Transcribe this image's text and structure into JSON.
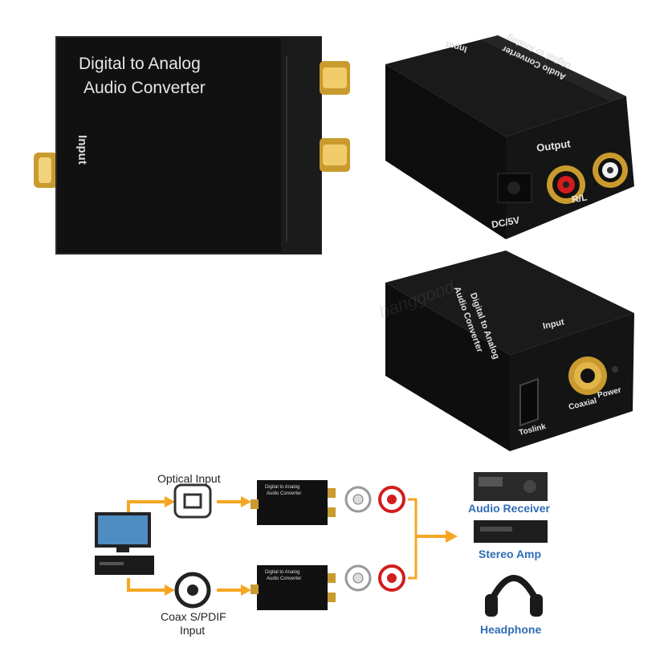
{
  "front_device": {
    "title_line1": "Digital to Analog",
    "title_line2": "Audio Converter",
    "side_label": "Input"
  },
  "output_device": {
    "title_line1": "Digital to Analog",
    "title_line2": "Audio Converter",
    "top_label": "Input",
    "output_label": "Output",
    "rl_label": "R/L",
    "power_label": "DC/5V"
  },
  "input_device": {
    "title_line1": "Digital to Analog",
    "title_line2": "Audio Converter",
    "input_label": "Input",
    "toslink_label": "Toslink",
    "coaxial_label": "Coaxial",
    "power_label": "Power"
  },
  "diagram": {
    "optical_label": "Optical Input",
    "coax_label_line1": "Coax S/PDIF",
    "coax_label_line2": "Input",
    "mini_title_line1": "Digital to Analog",
    "mini_title_line2": "Audio Converter",
    "outputs": [
      {
        "name": "Audio Receiver"
      },
      {
        "name": "Stereo Amp"
      },
      {
        "name": "Headphone"
      }
    ],
    "arrow_color": "#f5a623",
    "label_color": "#2f6db6"
  },
  "watermark": "banggood"
}
